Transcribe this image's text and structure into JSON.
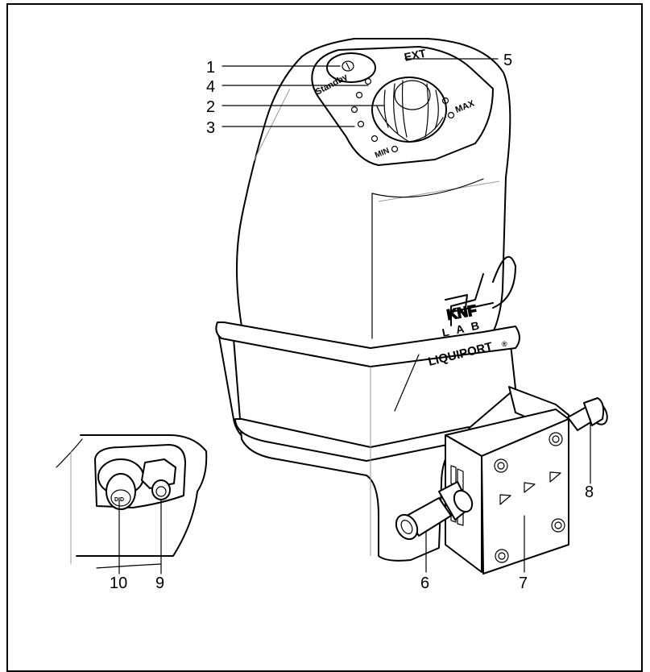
{
  "callouts": [
    "1",
    "2",
    "3",
    "4",
    "5",
    "6",
    "7",
    "8",
    "9",
    "10"
  ],
  "panel_labels": {
    "standby": "Standby",
    "ext": "EXT",
    "max": "MAX",
    "min": "MIN"
  },
  "logo": {
    "brand": "KNF",
    "sub": "LAB",
    "product": "LIQUIPORT",
    "reg": "®"
  }
}
